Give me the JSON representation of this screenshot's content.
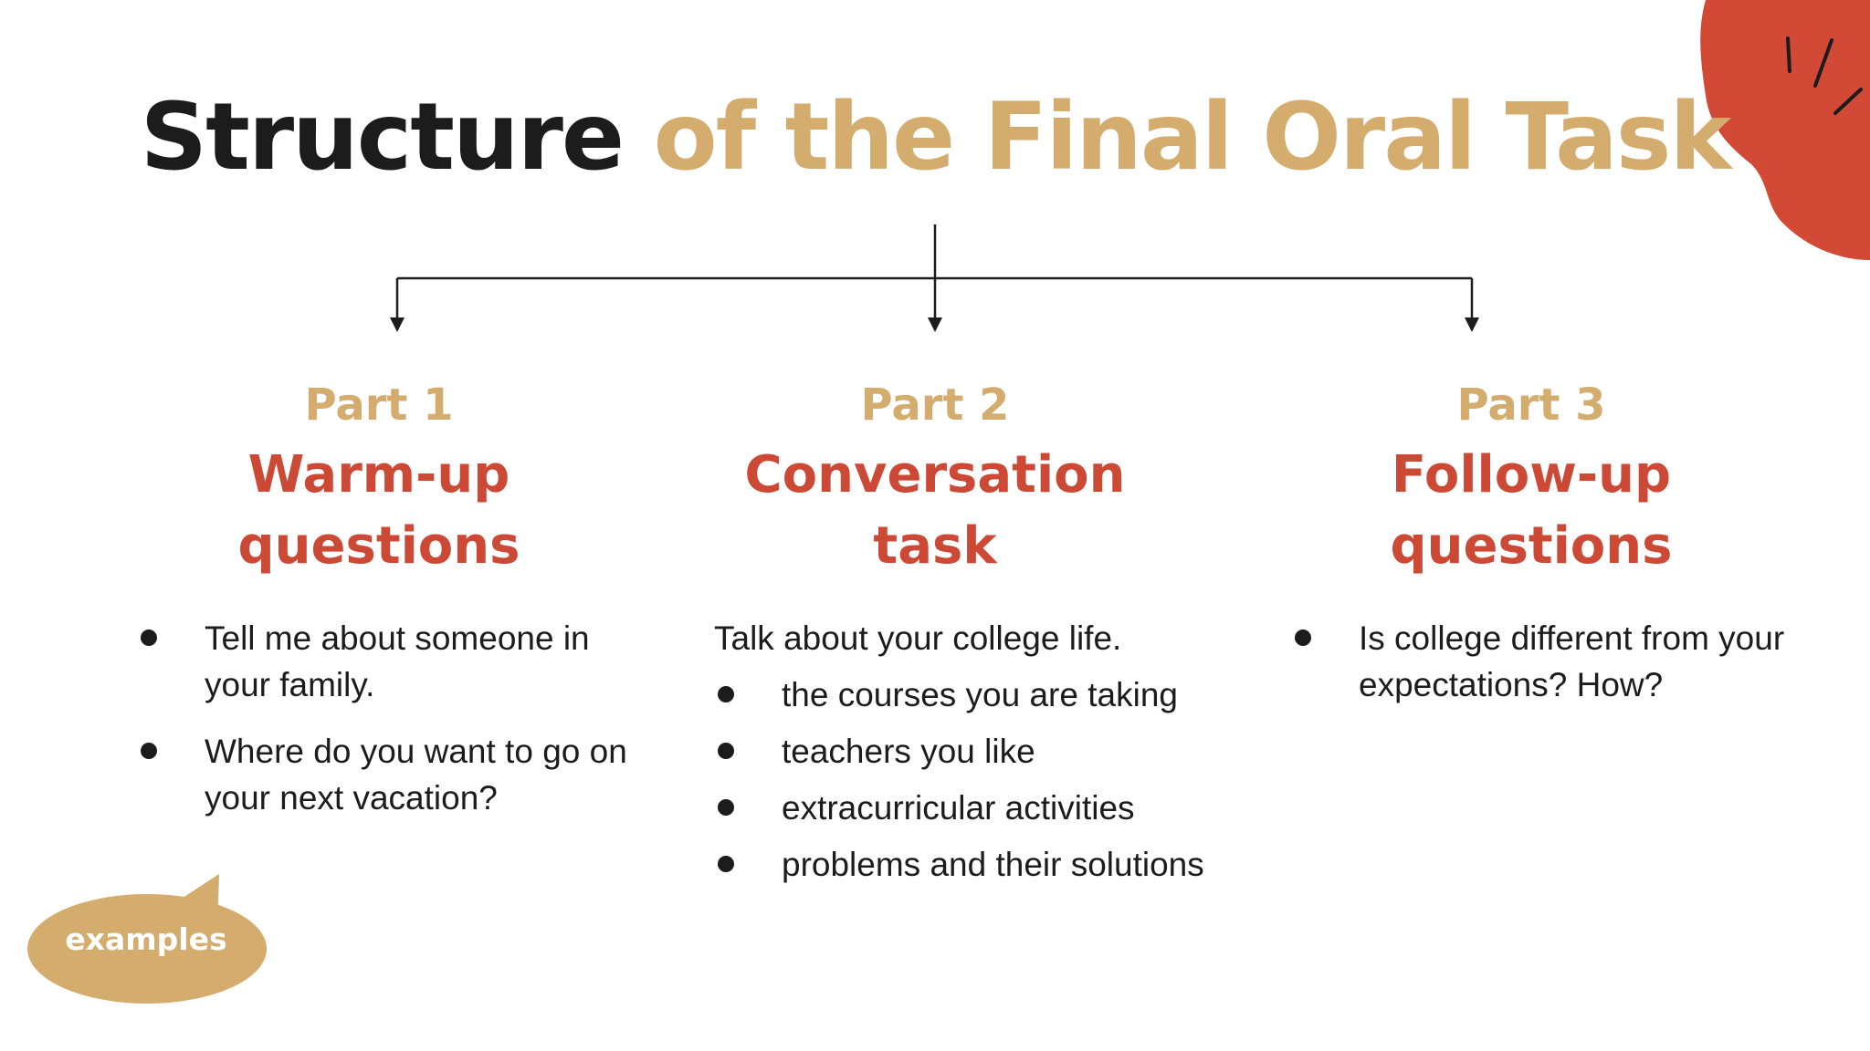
{
  "title": {
    "part1": "Structure",
    "part2": "of the Final Oral Task"
  },
  "colors": {
    "accent_gold": "#d4ac6e",
    "accent_red": "#cc4a35",
    "text": "#1c1c1c"
  },
  "parts": [
    {
      "number": "Part 1",
      "name_line1": "Warm-up",
      "name_line2": "questions",
      "bullets": [
        "Tell me about someone in your family.",
        "Where do you want to go on your next vacation?"
      ]
    },
    {
      "number": "Part 2",
      "name_line1": "Conversation",
      "name_line2": "task",
      "lead": "Talk about your college life.",
      "bullets": [
        "the courses you are taking",
        "teachers you like",
        "extracurricular activities",
        "problems and their solutions"
      ]
    },
    {
      "number": "Part 3",
      "name_line1": "Follow-up",
      "name_line2": "questions",
      "bullets": [
        "Is college different from your expectations? How?"
      ]
    }
  ],
  "bubble": {
    "label": "examples"
  }
}
